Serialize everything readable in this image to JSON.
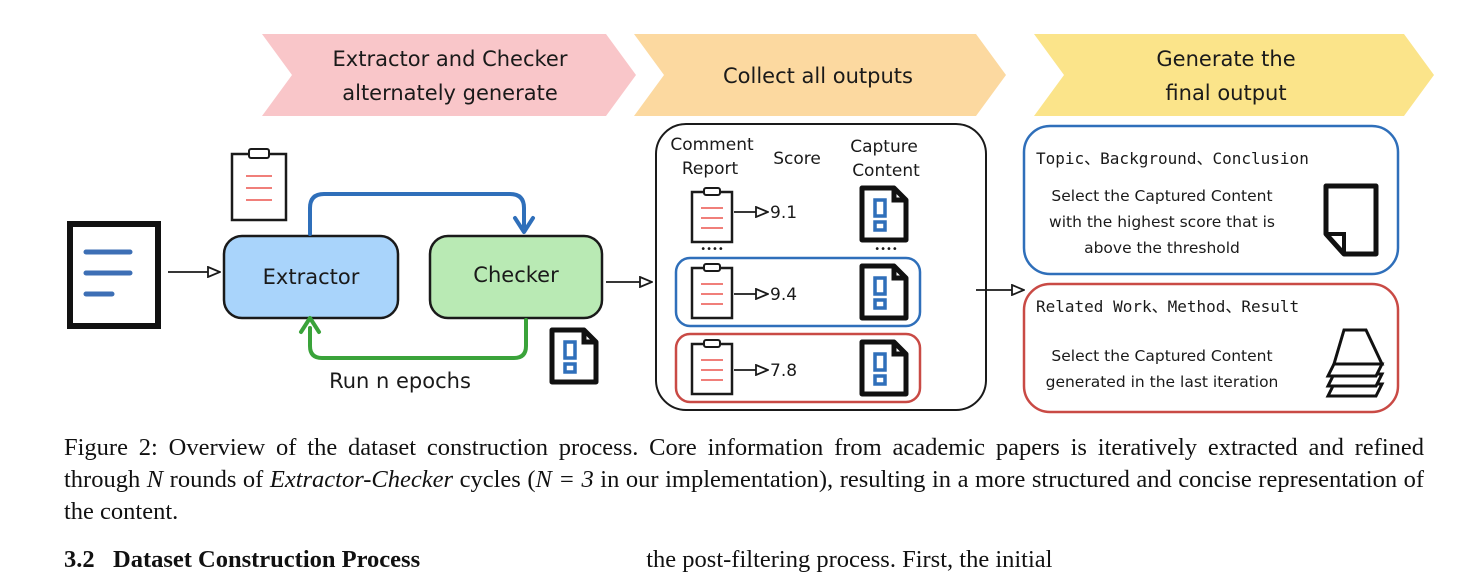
{
  "banners": {
    "stage1_line1": "Extractor and Checker",
    "stage1_line2": "alternately generate",
    "stage2": "Collect all outputs",
    "stage3_line1": "Generate the",
    "stage3_line2": "final output"
  },
  "loop": {
    "extractor": "Extractor",
    "checker": "Checker",
    "epochs": "Run n epochs"
  },
  "collect": {
    "col1_line1": "Comment",
    "col1_line2": "Report",
    "col2": "Score",
    "col3_line1": "Capture",
    "col3_line2": "Content",
    "ellipsis": "••••",
    "scores": [
      "9.1",
      "9.4",
      "7.8"
    ]
  },
  "final": {
    "topic_title": "Topic、Background、Conclusion",
    "topic_line1": "Select the Captured Content",
    "topic_line2": "with the highest score that is",
    "topic_line3": "above the threshold",
    "related_title": "Related Work、Method、Result",
    "related_line1": "Select the Captured Content",
    "related_line2": "generated in the last iteration"
  },
  "colors": {
    "banner1": "#f9c6c9",
    "banner2": "#fcd9a0",
    "banner3": "#fbe48a",
    "extractor_fill": "#a9d4fb",
    "checker_fill": "#b9eab4",
    "blue": "#2f6fba",
    "green": "#3aa33a",
    "red": "#c94a45",
    "doc_lines": "#3d6fb5",
    "report_lines": "#f07f7a"
  },
  "caption": {
    "lead": "Figure 2: Overview of the dataset construction process. Core information from academic papers is iteratively extracted and refined through",
    "var_n": "N",
    "mid": "rounds of",
    "italic": "Extractor-Checker",
    "cycles": "cycles (",
    "eq": "N = 3",
    "tail": "in our implementation), resulting in a more structured and concise representation of the content."
  },
  "section": {
    "number": "3.2",
    "title": "Dataset Construction Process",
    "right": "the post-filtering process. First, the initial"
  }
}
